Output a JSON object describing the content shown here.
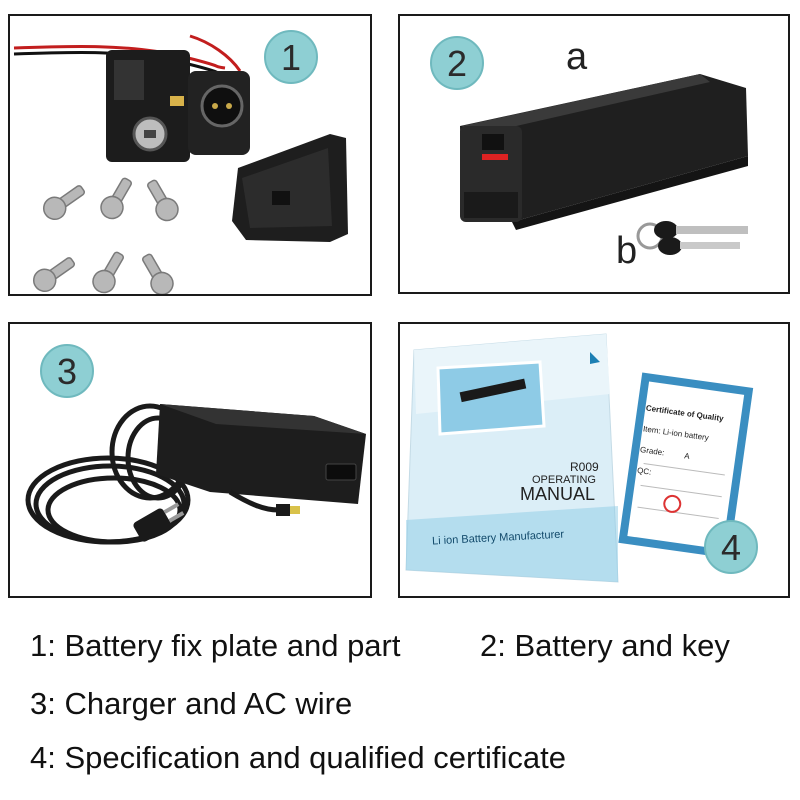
{
  "panels": [
    {
      "number": "1"
    },
    {
      "number": "2",
      "label_a": "a",
      "label_b": "b"
    },
    {
      "number": "3"
    },
    {
      "number": "4",
      "manual": {
        "model": "R009",
        "line1": "OPERATING",
        "line2": "MANUAL",
        "footer": "Li ion Battery Manufacturer"
      },
      "certificate": {
        "title": "Certificate of Quality",
        "item": "Item: Li-ion battery",
        "grade_label": "Grade:",
        "grade_value": "A",
        "qc_label": "QC:"
      }
    }
  ],
  "captions": [
    "1: Battery fix plate and part",
    "2: Battery and key",
    "3: Charger and AC wire",
    "4: Specification and qualified certificate"
  ]
}
